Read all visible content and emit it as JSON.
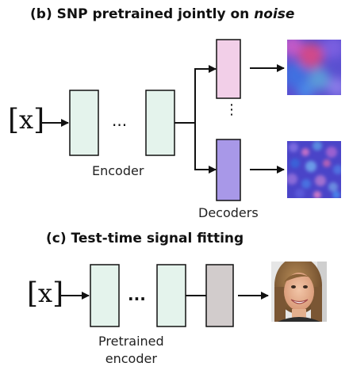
{
  "panel_b": {
    "title_prefix": "(b) SNP pretrained jointly on ",
    "title_emph": "noise",
    "input_symbol": "x",
    "ellipsis": "...",
    "vertical_ellipsis": "⋮",
    "encoder_label": "Encoder",
    "decoders_label": "Decoders",
    "outputs": [
      "blurry blue-magenta noise image",
      "blue-purple noise texture image"
    ]
  },
  "panel_c": {
    "title": "(c) Test-time signal fitting",
    "input_symbol": "x",
    "ellipsis": "...",
    "encoder_label_line1": "Pretrained",
    "encoder_label_line2": "encoder",
    "output": "portrait photo of a smiling woman"
  },
  "colors": {
    "encoder_fill": "#e4f3ec",
    "decoder_pink": "#f2cfe8",
    "decoder_purple": "#a898e8",
    "head_grey": "#d2cccc",
    "stroke": "#111111"
  }
}
